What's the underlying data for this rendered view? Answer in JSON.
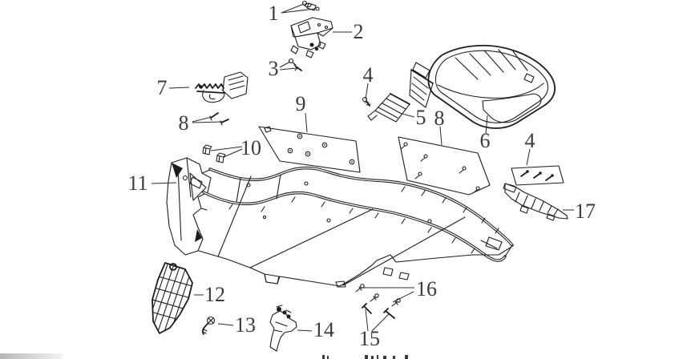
{
  "colors": {
    "background": "#ffffff",
    "line": "#1d1d1d",
    "label": "#3b3b3b"
  },
  "callouts": {
    "c1": {
      "label": "1"
    },
    "c2": {
      "label": "2"
    },
    "c3": {
      "label": "3"
    },
    "c4a": {
      "label": "4"
    },
    "c4b": {
      "label": "4"
    },
    "c5": {
      "label": "5"
    },
    "c6": {
      "label": "6"
    },
    "c7": {
      "label": "7"
    },
    "c8a": {
      "label": "8"
    },
    "c8b": {
      "label": "8"
    },
    "c9": {
      "label": "9"
    },
    "c10": {
      "label": "10"
    },
    "c11": {
      "label": "11"
    },
    "c12": {
      "label": "12"
    },
    "c13": {
      "label": "13"
    },
    "c14": {
      "label": "14"
    },
    "c15": {
      "label": "15"
    },
    "c16": {
      "label": "16"
    },
    "c17": {
      "label": "17"
    }
  }
}
